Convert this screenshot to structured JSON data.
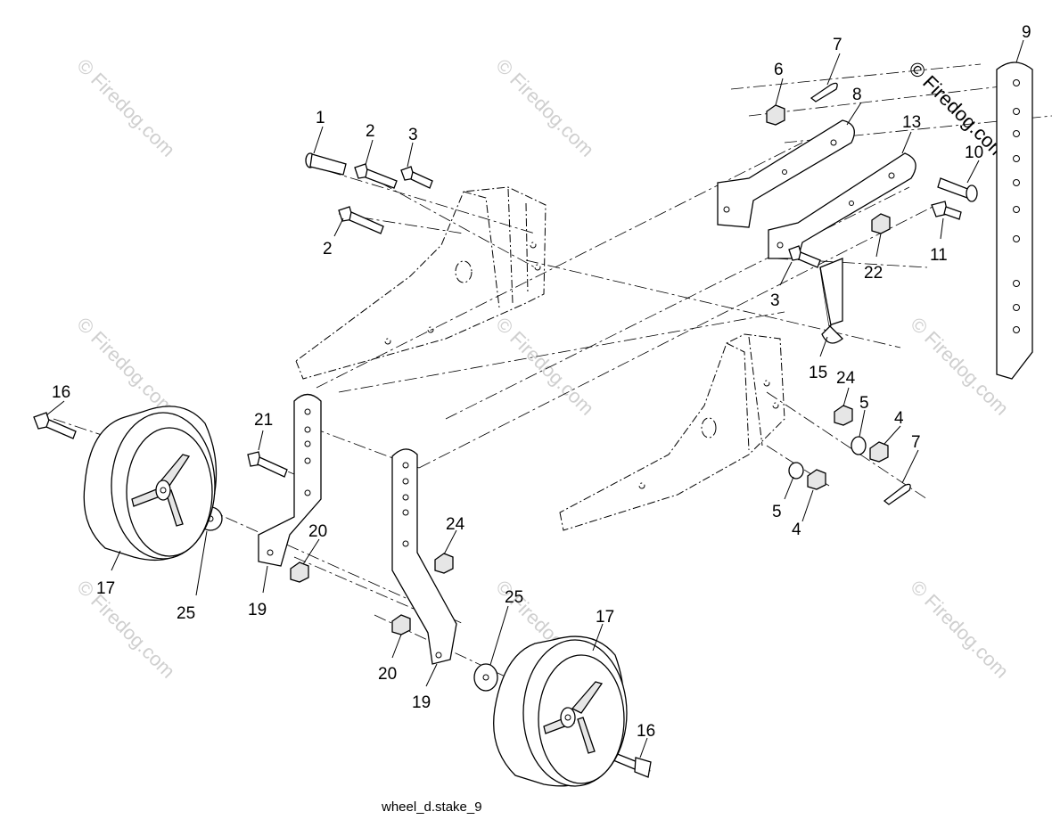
{
  "diagram": {
    "caption": "wheel_d.stake_9",
    "watermark_text": "© Firedog.com",
    "corner_watermark": "© Firedog.com",
    "callouts": [
      {
        "id": "c1",
        "text": "1"
      },
      {
        "id": "c2a",
        "text": "2"
      },
      {
        "id": "c2b",
        "text": "2"
      },
      {
        "id": "c3a",
        "text": "3"
      },
      {
        "id": "c3b",
        "text": "3"
      },
      {
        "id": "c4a",
        "text": "4"
      },
      {
        "id": "c4b",
        "text": "4"
      },
      {
        "id": "c5a",
        "text": "5"
      },
      {
        "id": "c5b",
        "text": "5"
      },
      {
        "id": "c6",
        "text": "6"
      },
      {
        "id": "c7a",
        "text": "7"
      },
      {
        "id": "c7b",
        "text": "7"
      },
      {
        "id": "c8",
        "text": "8"
      },
      {
        "id": "c9",
        "text": "9"
      },
      {
        "id": "c10",
        "text": "10"
      },
      {
        "id": "c11",
        "text": "11"
      },
      {
        "id": "c13",
        "text": "13"
      },
      {
        "id": "c15",
        "text": "15"
      },
      {
        "id": "c16a",
        "text": "16"
      },
      {
        "id": "c16b",
        "text": "16"
      },
      {
        "id": "c17a",
        "text": "17"
      },
      {
        "id": "c17b",
        "text": "17"
      },
      {
        "id": "c19a",
        "text": "19"
      },
      {
        "id": "c19b",
        "text": "19"
      },
      {
        "id": "c20a",
        "text": "20"
      },
      {
        "id": "c20b",
        "text": "20"
      },
      {
        "id": "c21",
        "text": "21"
      },
      {
        "id": "c22",
        "text": "22"
      },
      {
        "id": "c24a",
        "text": "24"
      },
      {
        "id": "c24b",
        "text": "24"
      },
      {
        "id": "c25a",
        "text": "25"
      },
      {
        "id": "c25b",
        "text": "25"
      }
    ]
  }
}
